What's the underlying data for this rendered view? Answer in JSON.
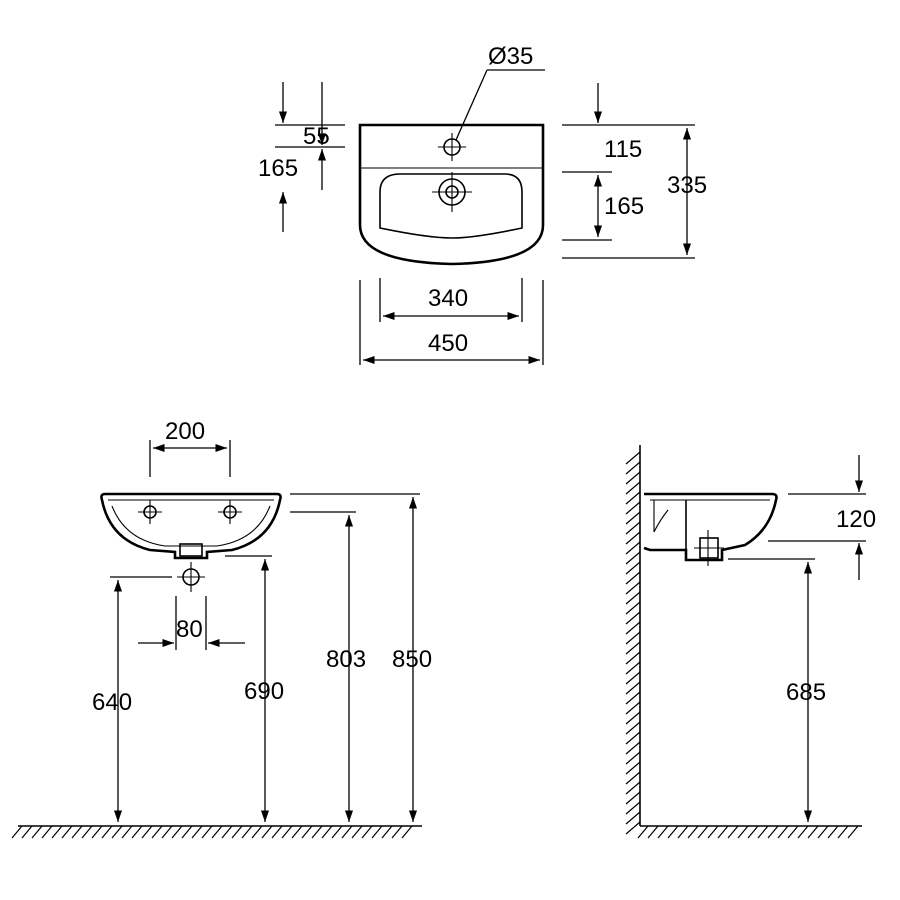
{
  "dimensions": {
    "hole_diameter": "Ø35",
    "top_offset_tap": "55",
    "top_offset_bowl": "165",
    "right_top_tap": "115",
    "right_bowl_depth": "165",
    "total_depth": "335",
    "bowl_width": "340",
    "total_width": "450",
    "tap_spacing": "200",
    "drain_width": "80",
    "drain_height": "640",
    "under_basin_height": "690",
    "rim_inner_height": "803",
    "rim_height": "850",
    "side_basin_depth": "120",
    "side_under_height": "685"
  }
}
